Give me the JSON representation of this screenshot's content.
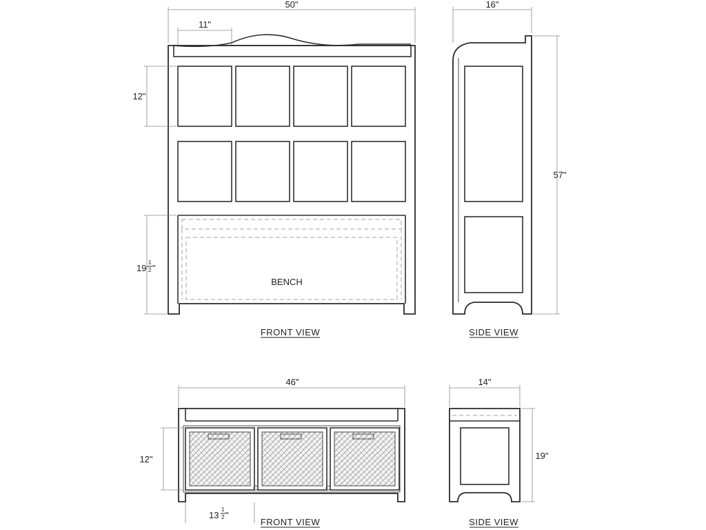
{
  "front_view_hutch": {
    "width_label": "50\"",
    "cubby_width_label": "11\"",
    "cubby_height_label": "12\"",
    "bench_height_whole": "19",
    "bench_height_num": "1",
    "bench_height_den": "2",
    "bench_height_unit": "\"",
    "bench_label": "BENCH",
    "view_label": "FRONT  VIEW"
  },
  "side_view_hutch": {
    "depth_label": "16\"",
    "height_label": "57\"",
    "view_label": "SIDE  VIEW"
  },
  "front_view_bench": {
    "width_label": "46\"",
    "basket_height_label": "12\"",
    "basket_width_whole": "13",
    "basket_width_num": "1",
    "basket_width_den": "2",
    "basket_width_unit": "\"",
    "view_label": "FRONT  VIEW"
  },
  "side_view_bench": {
    "depth_label": "14\"",
    "height_label": "19\"",
    "view_label": "SIDE  VIEW"
  }
}
